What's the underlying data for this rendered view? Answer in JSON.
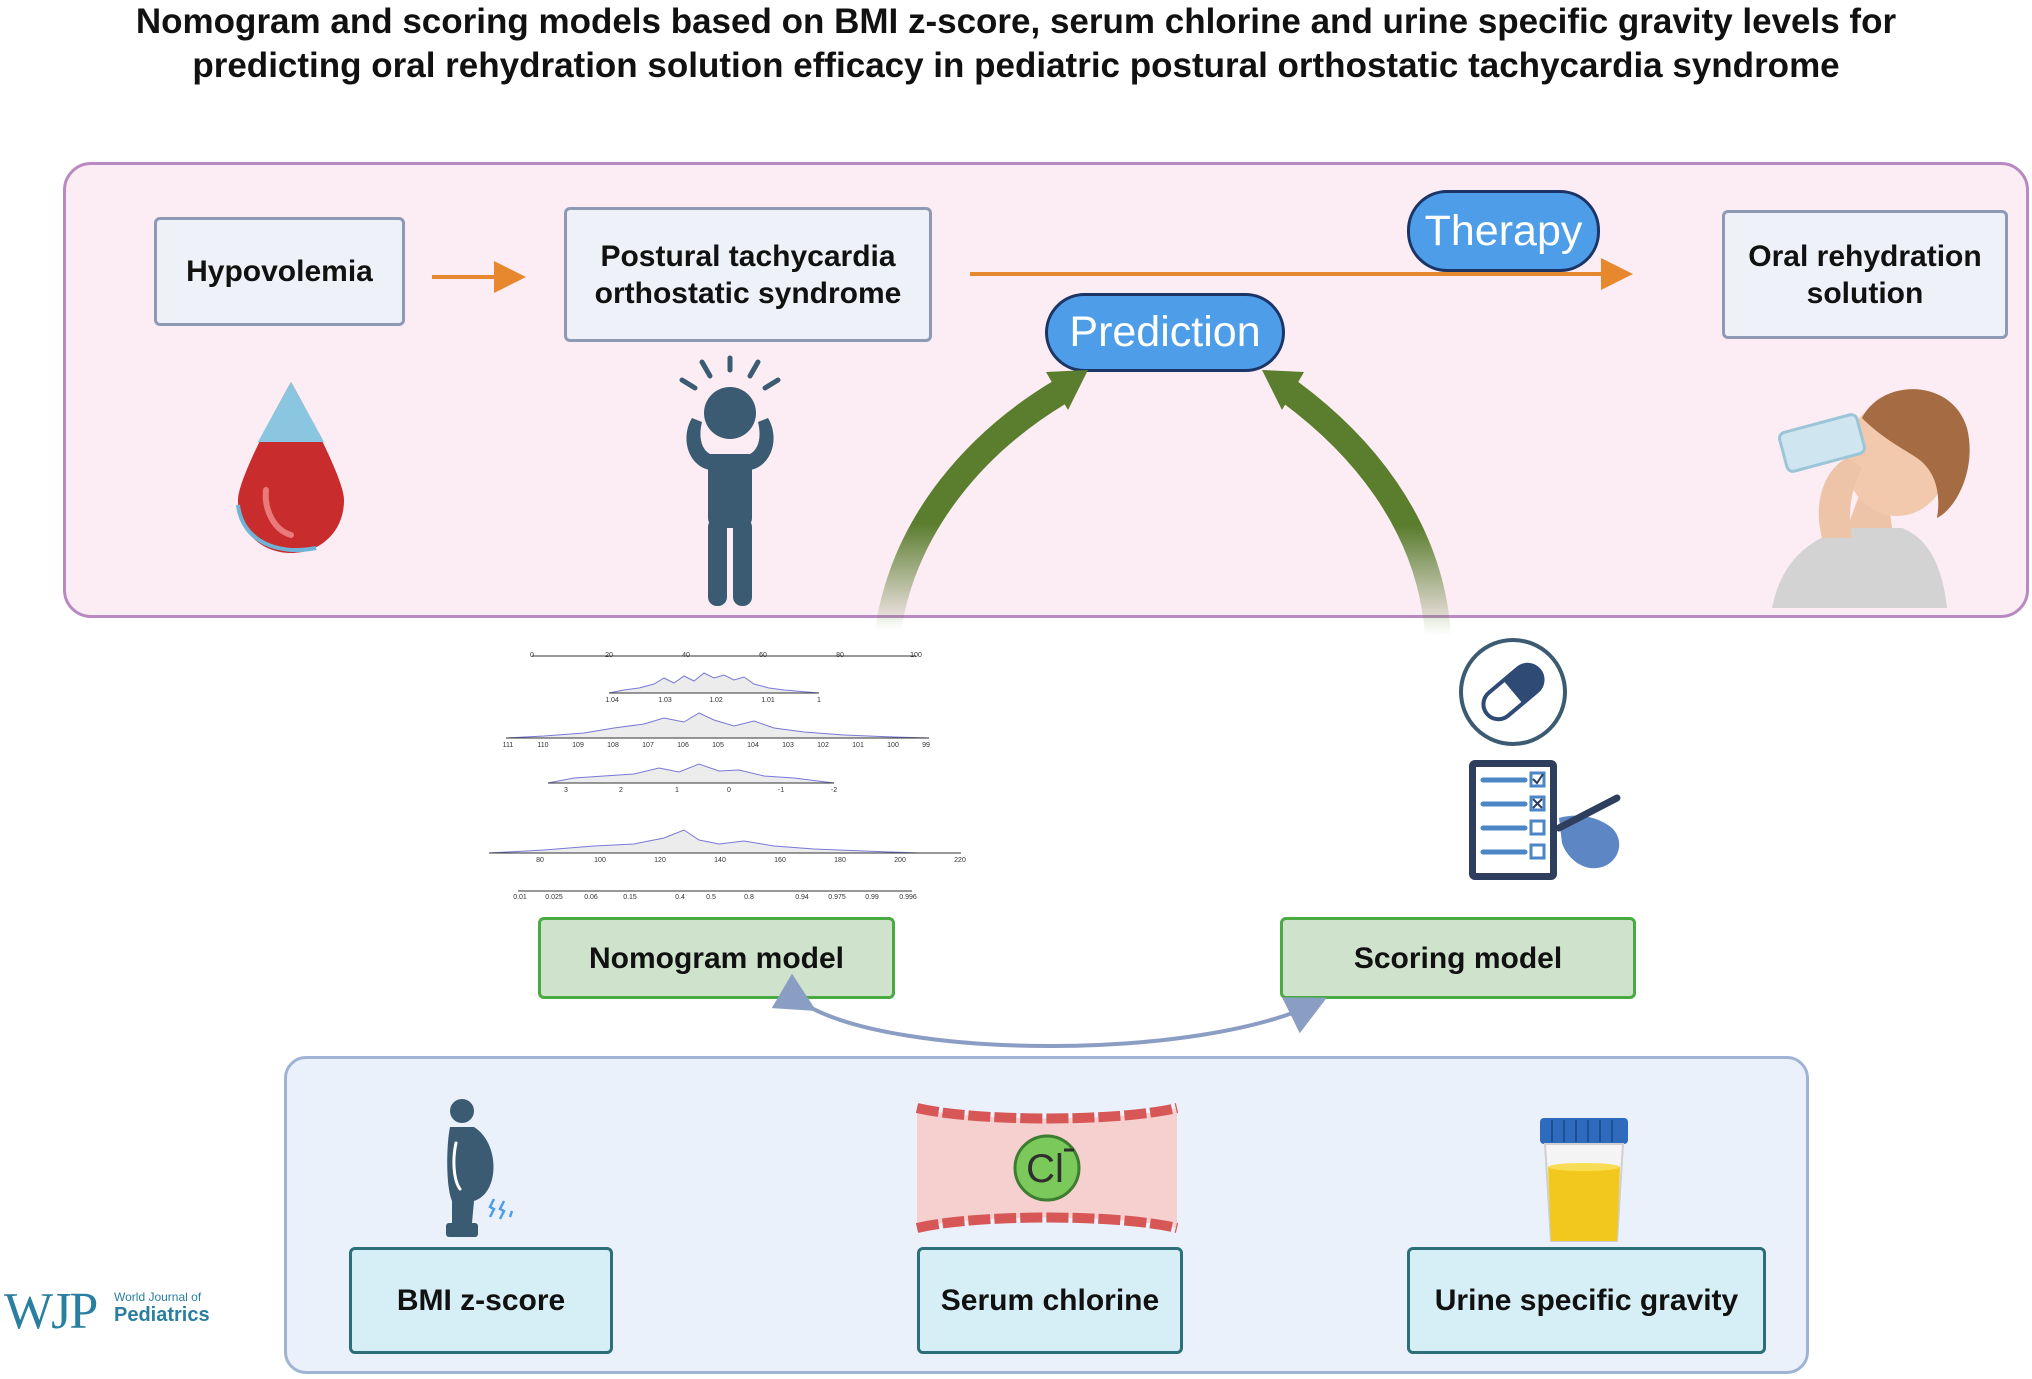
{
  "title": {
    "line1": "Nomogram and scoring models based on BMI z-score, serum chlorine and urine specific gravity levels for",
    "line2": "predicting oral rehydration solution efficacy in pediatric postural orthostatic tachycardia syndrome"
  },
  "top": {
    "hypovolemia": "Hypovolemia",
    "pots": "Postural tachycardia orthostatic syndrome",
    "ors": "Oral rehydration solution",
    "therapy": "Therapy",
    "prediction": "Prediction"
  },
  "models": {
    "nomogram": "Nomogram model",
    "scoring": "Scoring model"
  },
  "inputs": {
    "bmi": "BMI z-score",
    "chlorine": "Serum chlorine",
    "urine": "Urine specific gravity",
    "chloride_symbol": "Cl"
  },
  "nomogram": {
    "points_ticks": [
      "0",
      "20",
      "40",
      "60",
      "80",
      "100"
    ],
    "row1_ticks": [
      "1.04",
      "1.03",
      "1.02",
      "1.01",
      "1"
    ],
    "row2_ticks": [
      "111",
      "110",
      "109",
      "108",
      "107",
      "106",
      "105",
      "104",
      "103",
      "102",
      "101",
      "100",
      "99"
    ],
    "row3_ticks": [
      "3",
      "2",
      "1",
      "0",
      "-1",
      "-2"
    ],
    "row4_ticks": [
      "80",
      "100",
      "120",
      "140",
      "160",
      "180",
      "200",
      "220"
    ],
    "row5_ticks": [
      "0.01",
      "0.025",
      "0.06",
      "0.15",
      "0.4",
      "0.5",
      "0.8",
      "0.94",
      "0.975",
      "0.99",
      "0.996"
    ]
  },
  "logo": {
    "abbrev": "WJP",
    "line1": "World Journal of",
    "line2": "Pediatrics"
  },
  "colors": {
    "top_panel_bg": "#fcecf3",
    "top_panel_border": "#b88ac1",
    "bottom_panel_bg": "#eaf1fa",
    "bottom_panel_border": "#9fb3d4",
    "pill_fill": "#4d9de8",
    "orange_arrow": "#e8882e",
    "green_arrow": "#5a7d2e",
    "person_icon": "#3b5b72"
  }
}
